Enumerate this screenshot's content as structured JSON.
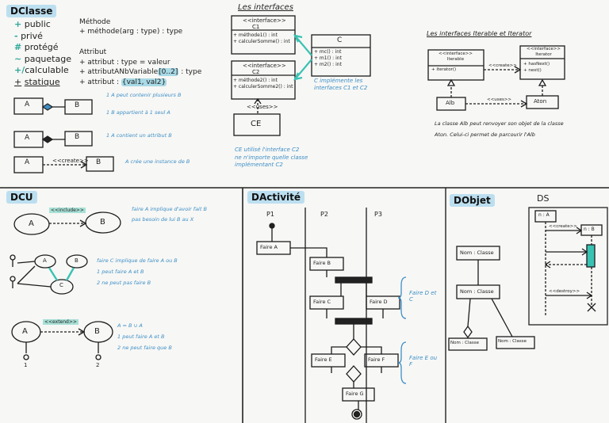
{
  "sections": {
    "dclasse": "DClasse",
    "interfaces": "Les interfaces",
    "iterable": "Les interfaces Iterable et Iterator",
    "dcu": "DCU",
    "dactivite": "DActivité",
    "dobjet": "DObjet",
    "ds": "DS"
  },
  "visibility": [
    {
      "symbol": "+",
      "label": "public"
    },
    {
      "symbol": "-",
      "label": "privé"
    },
    {
      "symbol": "#",
      "label": "protégé"
    },
    {
      "symbol": "~",
      "label": "paquetage"
    },
    {
      "symbol": "+/",
      "label": "calculable"
    },
    {
      "symbol": "+",
      "label": "statique"
    }
  ],
  "method_syntax": {
    "title": "Méthode",
    "line": "+ méthode(arg : type) : type"
  },
  "attribute_syntax": {
    "title": "Attribut",
    "line1": "+ attribut : type = valeur",
    "line2_pre": "+ attributANbVariable",
    "line2_hl": "[0..2]",
    "line2_post": " : type",
    "line3_pre": "+ attribut : ",
    "line3_hl": "{val1, val2}"
  },
  "class_relations": [
    {
      "a": "A",
      "b": "B",
      "note1": "1 A peut contenir plusieurs B",
      "note2": "1 B appartient à 1 seul A"
    },
    {
      "a": "A",
      "b": "B",
      "note1": "1 A contient un attribut B"
    },
    {
      "a": "A",
      "b": "B",
      "arrow_label": "<<create>>",
      "note1": "A crée une instance de B"
    }
  ],
  "interfaces": {
    "i1_stereo": "<<interface>>",
    "i1_name": "C1",
    "i1_methods": [
      "+ méthode1() : int",
      "+ calculerSomme() : int"
    ],
    "i2_stereo": "<<interface>>",
    "i2_name": "C2",
    "i2_methods": [
      "+ méthode2() : int",
      "+ calculerSomme2() : int"
    ],
    "c_name": "C",
    "c_methods": [
      "+ mc() : int",
      "+ m1() : int",
      "+ m2() : int"
    ],
    "note_impl": "C implémente les interfaces C1 et C2",
    "uses": "<<uses>>",
    "ce_name": "CE",
    "note_ce1": "CE utilisé l'interface C2",
    "note_ce2": "ne n'importe quelle classe",
    "note_ce3": "implémentant C2"
  },
  "iterable": {
    "left_stereo": "<<interface>>",
    "left_name": "Iterable",
    "left_method": "+ iterator()",
    "right_stereo": "<<interface>>",
    "right_name": "Iterator",
    "right_methods": [
      "+ hasNext()",
      "+ next()"
    ],
    "create": "<<create>>",
    "uses": "<<uses>>",
    "alb": "Alb",
    "aton": "Aton",
    "note1": "La classe Alb peut renvoyer son objet de la classe",
    "note2": "Aton. Celui-ci permet de parcourir l'Alb"
  },
  "dcu": {
    "include": "<<include>>",
    "extend": "<<extend>>",
    "a": "A",
    "b": "B",
    "c": "C",
    "n1": "1",
    "n2": "2",
    "notes1": [
      "faire A implique d'avoir fait B",
      "pas besoin de lui B au X"
    ],
    "notes2": [
      "faire C implique de faire A ou B",
      "1 peut faire A et B",
      "2 ne peut pas faire B"
    ],
    "notes3": [
      "A = B ∪ A",
      "1 peut faire A et B",
      "2 ne peut faire que B"
    ]
  },
  "activity": {
    "p1": "P1",
    "p2": "P2",
    "p3": "P3",
    "faireA": "Faire A",
    "faireB": "Faire B",
    "faireC": "Faire C",
    "faireD": "Faire D",
    "faireE": "Faire E",
    "faireF": "Faire F",
    "faireG": "Faire G",
    "note_cd": "Faire D et C",
    "note_ef": "Faire E ou F"
  },
  "objet": {
    "top": "Nom : Classe",
    "mid": "Nom : Classe",
    "bl": "Nom : Classe",
    "br": "Nom : Classe"
  },
  "ds": {
    "left": "n : A",
    "right": "n : B",
    "create": "<<create>>",
    "destroy": "<<destroy>>"
  }
}
